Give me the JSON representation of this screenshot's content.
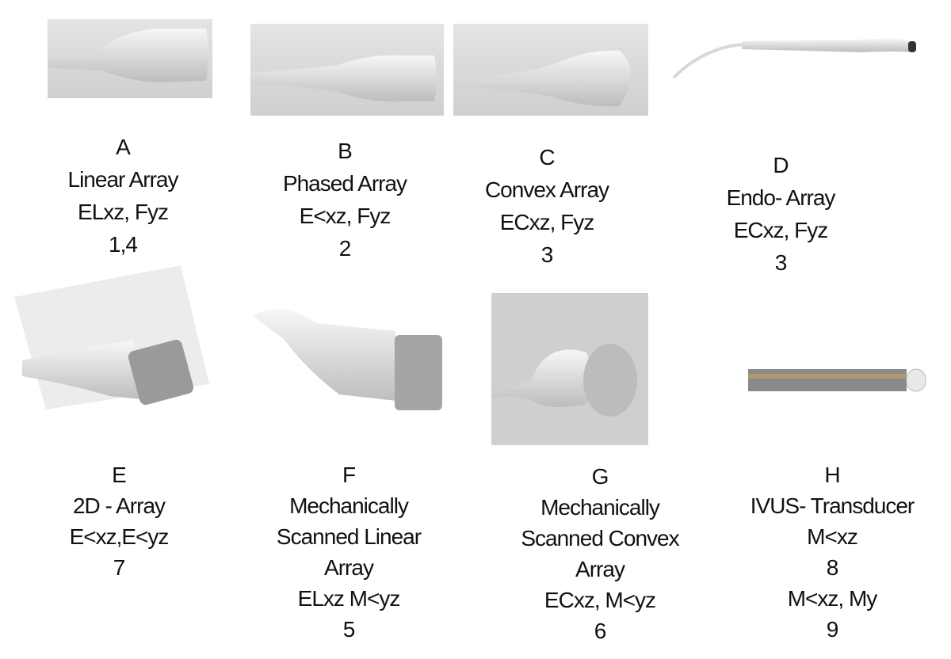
{
  "panels": [
    {
      "letter": "A",
      "lines": [
        "Linear Array",
        "ELxz, Fyz",
        "1,4"
      ],
      "image": "linear-array-probe"
    },
    {
      "letter": "B",
      "lines": [
        "Phased Array",
        "E<xz, Fyz",
        "2"
      ],
      "image": "phased-array-probe"
    },
    {
      "letter": "C",
      "lines": [
        "Convex Array",
        "ECxz, Fyz",
        "3"
      ],
      "image": "convex-array-probe"
    },
    {
      "letter": "D",
      "lines": [
        "Endo- Array",
        "ECxz, Fyz",
        "3"
      ],
      "image": "endo-array-probe"
    },
    {
      "letter": "E",
      "lines": [
        "2D - Array",
        "E<xz,E<yz",
        "7"
      ],
      "image": "2d-array-probe"
    },
    {
      "letter": "F",
      "lines": [
        "Mechanically",
        "Scanned  Linear",
        "Array",
        "ELxz  M<yz",
        "5"
      ],
      "image": "mechanically-scanned-linear-probe"
    },
    {
      "letter": "G",
      "lines": [
        "Mechanically",
        "Scanned Convex",
        "Array",
        "ECxz, M<yz",
        "6"
      ],
      "image": "mechanically-scanned-convex-probe"
    },
    {
      "letter": "H",
      "lines": [
        "IVUS- Transducer",
        "M<xz",
        "8",
        "M<xz, My",
        "9"
      ],
      "image": "ivus-transducer"
    }
  ]
}
